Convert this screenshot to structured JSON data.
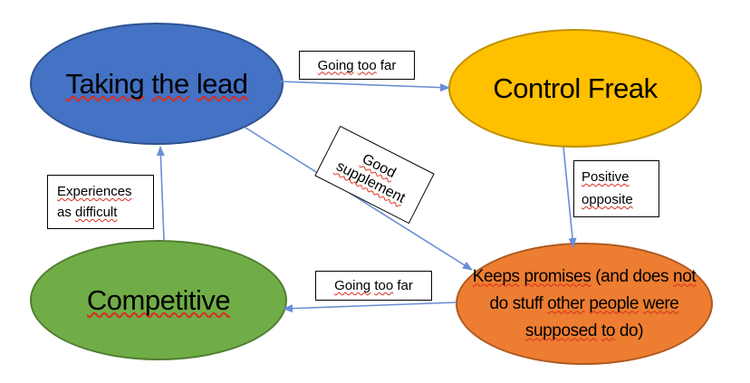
{
  "diagram": {
    "nodes": {
      "taking_lead": {
        "label": "Taking the lead",
        "fill": "#4472C4",
        "stroke": "#2F528F",
        "lines": [
          [
            [
              "Taking",
              true
            ],
            [
              " ",
              false
            ],
            [
              "the",
              true
            ],
            [
              " ",
              false
            ],
            [
              "lead",
              true
            ]
          ]
        ]
      },
      "control_freak": {
        "label": "Control Freak",
        "fill": "#FFC000",
        "stroke": "#BF9000",
        "lines": [
          [
            [
              "Control Freak",
              false
            ]
          ]
        ]
      },
      "competitive": {
        "label": "Competitive",
        "fill": "#70AD47",
        "stroke": "#507E32",
        "lines": [
          [
            [
              "Competitive",
              true
            ]
          ]
        ]
      },
      "keeps_promises": {
        "label": "Keeps promises (and does not do stuff other people were supposed to do)",
        "fill": "#ED7D31",
        "stroke": "#AE5A21",
        "lines": [
          [
            [
              "Keeps",
              true
            ],
            [
              " ",
              false
            ],
            [
              "promises",
              true
            ],
            [
              " (and does ",
              false
            ],
            [
              "not",
              true
            ]
          ],
          [
            [
              "do stuff ",
              false
            ],
            [
              "other",
              true
            ],
            [
              " ",
              false
            ],
            [
              "people",
              true
            ],
            [
              " ",
              false
            ],
            [
              "were",
              true
            ]
          ],
          [
            [
              "supposed",
              true
            ],
            [
              " ",
              false
            ],
            [
              "to",
              true
            ],
            [
              " do)",
              false
            ]
          ]
        ]
      }
    },
    "labels": {
      "going_too_far_top": {
        "label": "Going too far",
        "lines": [
          [
            [
              "Going",
              true
            ],
            [
              " ",
              false
            ],
            [
              "too",
              true
            ],
            [
              " far",
              false
            ]
          ]
        ]
      },
      "going_too_far_bottom": {
        "label": "Going too far",
        "lines": [
          [
            [
              "Going",
              true
            ],
            [
              " ",
              false
            ],
            [
              "too",
              true
            ],
            [
              " far",
              false
            ]
          ]
        ]
      },
      "good_supplement": {
        "label": "Good supplement",
        "lines": [
          [
            [
              "Good",
              true
            ]
          ],
          [
            [
              "supplement",
              true
            ]
          ]
        ]
      },
      "positive_opposite": {
        "label": "Positive opposite",
        "lines": [
          [
            [
              "Positive",
              true
            ]
          ],
          [
            [
              "opposite",
              true
            ]
          ]
        ]
      },
      "experiences_as_difficult": {
        "label": "Experiences as difficult",
        "lines": [
          [
            [
              "Experiences",
              true
            ]
          ],
          [
            [
              "as ",
              false
            ],
            [
              "difficult",
              true
            ]
          ]
        ]
      }
    },
    "connector_color": "#6A8ED5",
    "squiggle_color": "#D82E20"
  }
}
